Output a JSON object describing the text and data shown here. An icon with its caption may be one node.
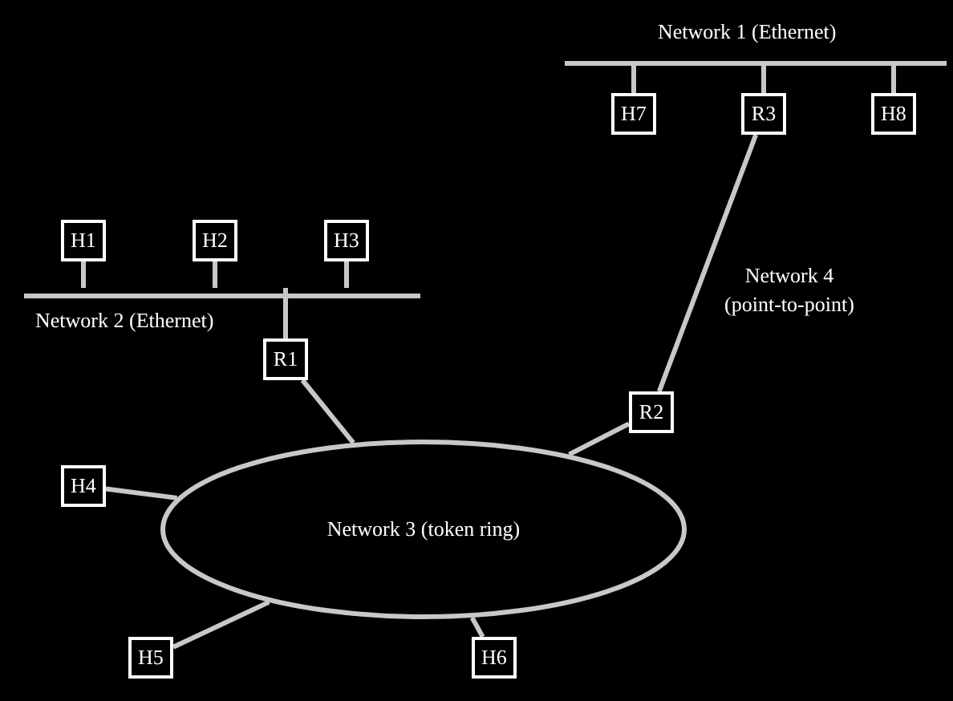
{
  "diagram": {
    "nodes": [
      {
        "text": [
          "Network 1 (Ethernet)"
        ]
      },
      {
        "text": [
          "H7"
        ]
      },
      {
        "text": [
          "R3"
        ]
      },
      {
        "text": [
          "H8"
        ]
      },
      {
        "text": [
          "Network 2 (Ethernet)"
        ]
      },
      {
        "text": [
          "H1"
        ]
      },
      {
        "text": [
          "H2"
        ]
      },
      {
        "text": [
          "H3"
        ]
      },
      {
        "text": [
          "R1"
        ]
      },
      {
        "text": [
          "R2"
        ]
      },
      {
        "text": [
          "Network 3 (token ring)"
        ]
      },
      {
        "text": [
          "H4"
        ]
      },
      {
        "text": [
          "H5"
        ]
      },
      {
        "text": [
          "H6"
        ]
      }
    ],
    "edges": [
      {
        "from": 1,
        "to": 0,
        "arrow": "none"
      },
      {
        "from": 2,
        "to": 0,
        "arrow": "none"
      },
      {
        "from": 3,
        "to": 0,
        "arrow": "none"
      },
      {
        "from": 5,
        "to": 4,
        "arrow": "none"
      },
      {
        "from": 6,
        "to": 4,
        "arrow": "none"
      },
      {
        "from": 7,
        "to": 4,
        "arrow": "none"
      },
      {
        "from": 4,
        "to": 8,
        "arrow": "none"
      },
      {
        "from": 8,
        "to": 10,
        "arrow": "none"
      },
      {
        "from": 2,
        "to": 9,
        "arrow": "none",
        "label": "Network 4 (point-to-point)"
      },
      {
        "from": 9,
        "to": 10,
        "arrow": "none"
      },
      {
        "from": 11,
        "to": 10,
        "arrow": "none"
      },
      {
        "from": 12,
        "to": 10,
        "arrow": "none"
      },
      {
        "from": 13,
        "to": 10,
        "arrow": "none"
      }
    ]
  }
}
